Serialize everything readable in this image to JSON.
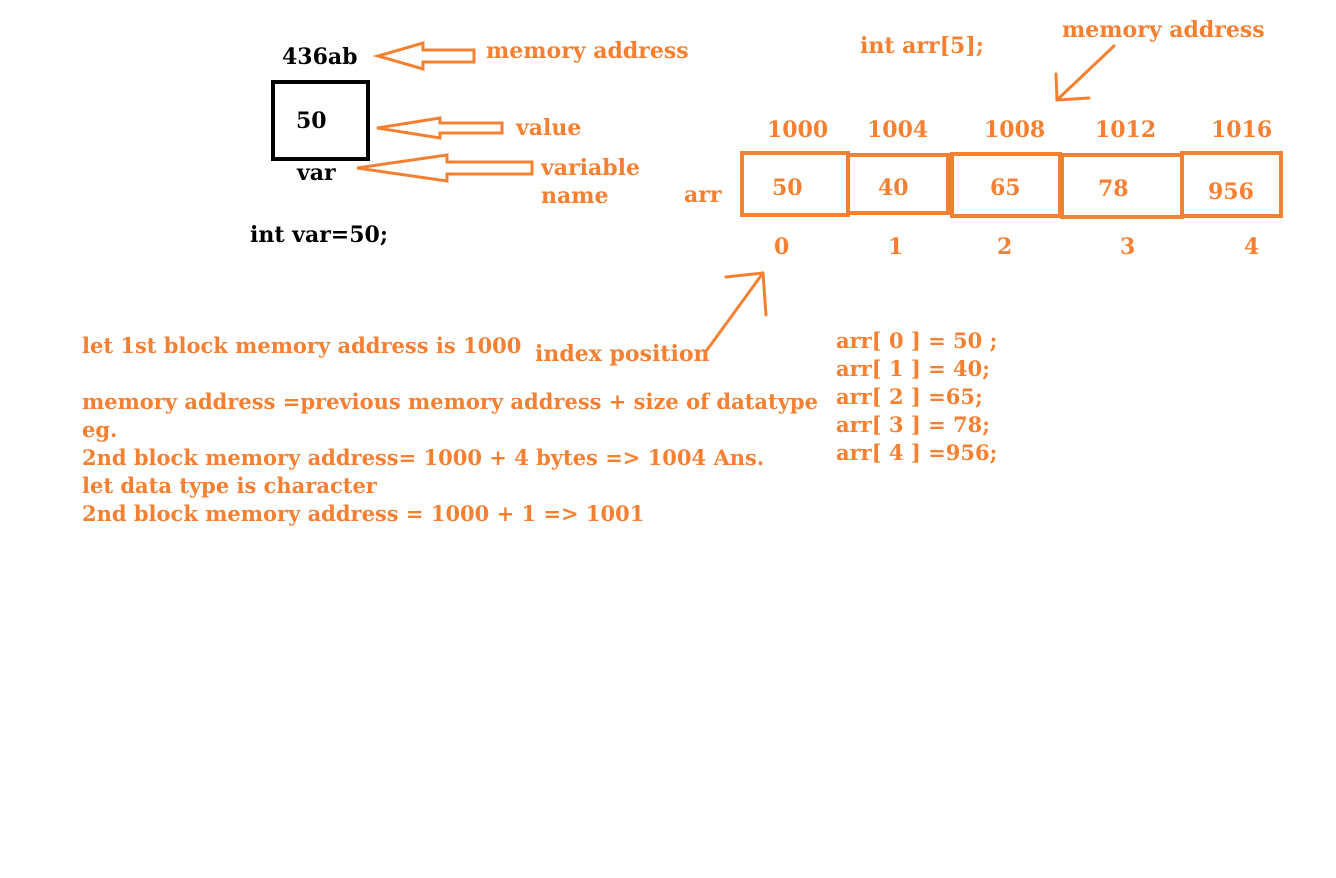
{
  "variable": {
    "address": "436ab",
    "value": "50",
    "name": "var",
    "declaration": "int var=50;",
    "labels": {
      "address": "memory address",
      "value": "value",
      "name_line1": "variable",
      "name_line2": "name"
    }
  },
  "array": {
    "declaration": "int arr[5];",
    "name": "arr",
    "address_label": "memory address",
    "index_label": "index position",
    "cells": [
      {
        "address": "1000",
        "value": "50",
        "index": "0"
      },
      {
        "address": "1004",
        "value": "40",
        "index": "1"
      },
      {
        "address": "1008",
        "value": "65",
        "index": "2"
      },
      {
        "address": "1012",
        "value": "78",
        "index": "3"
      },
      {
        "address": "1016",
        "value": "956",
        "index": "4"
      }
    ],
    "assignments": [
      "arr[ 0 ]  = 50 ;",
      "arr[ 1 ] = 40;",
      "arr[ 2 ] =65;",
      "arr[ 3 ] = 78;",
      "arr[ 4 ] =956;"
    ]
  },
  "notes": [
    "let 1st block memory address is 1000",
    "memory address =previous memory address +   size of datatype",
    "eg.",
    "2nd block memory address= 1000 + 4 bytes => 1004   Ans.",
    "let data type is character",
    "2nd block memory address = 1000 + 1 => 1001"
  ],
  "colors": {
    "accent": "#f58032",
    "ink": "#000000",
    "background": "#ffffff"
  }
}
